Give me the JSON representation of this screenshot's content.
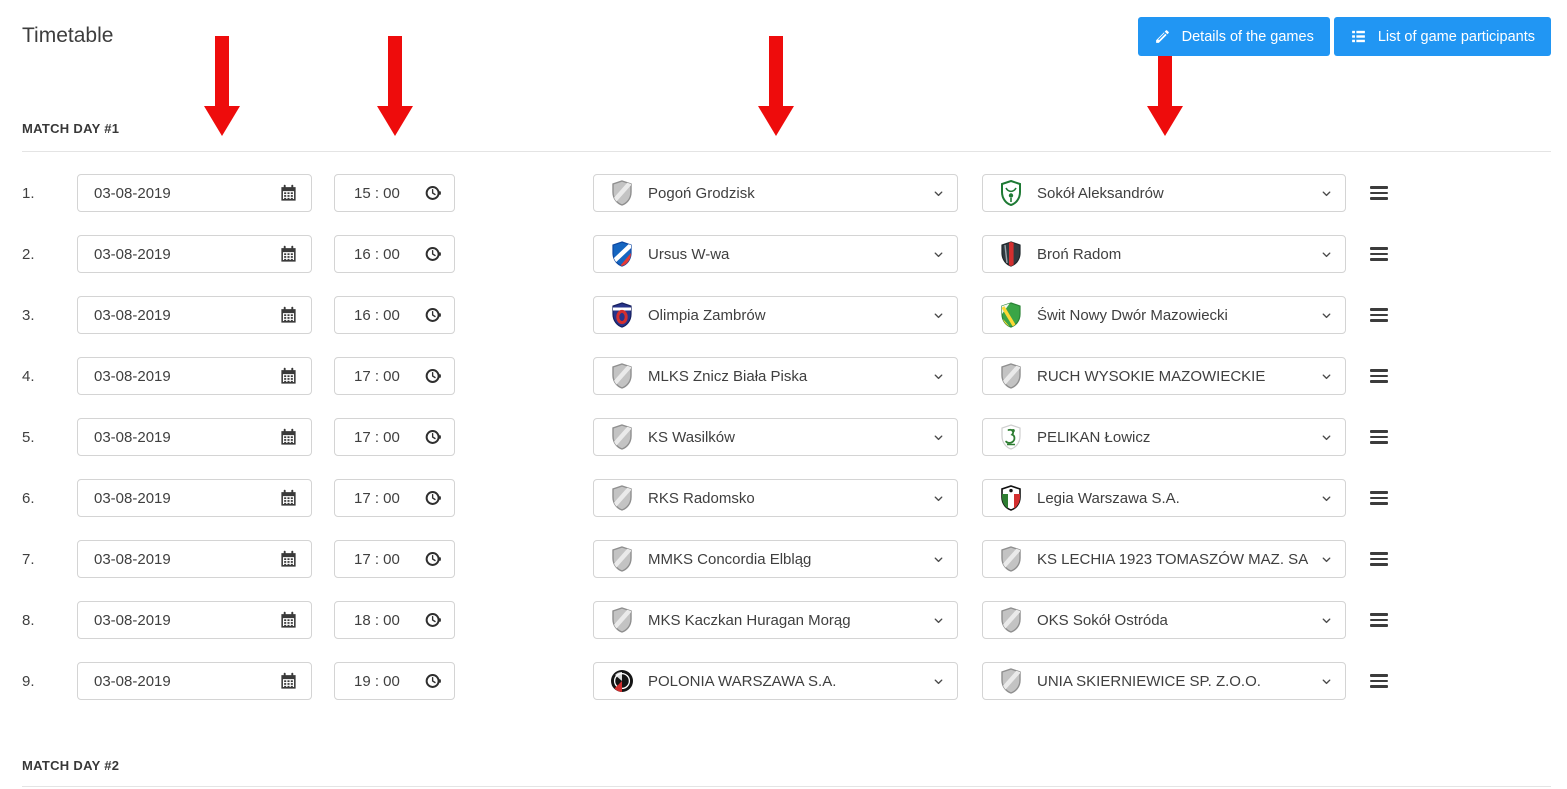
{
  "page": {
    "title": "Timetable"
  },
  "toolbar": {
    "details_button": "Details of the games",
    "participants_button": "List of game participants",
    "accent_color": "#2196f3",
    "details_button_icon": "pencil-icon",
    "participants_button_icon": "list-icon"
  },
  "annotations": {
    "arrow_color": "#ee0c0c",
    "arrows": [
      "date-column",
      "time-column",
      "home-team-column",
      "away-team-column"
    ]
  },
  "icons": {
    "date_field_icon": "calendar-icon",
    "time_field_icon": "clock-icon",
    "team_select_icon": "chevron-down-icon",
    "row_handle_icon": "drag-handle-icon"
  },
  "sections": [
    {
      "title": "MATCH DAY #1",
      "matches": [
        {
          "number": "1.",
          "date": "03-08-2019",
          "time": "15 : 00",
          "home": {
            "name": "Pogoń Grodzisk",
            "crest": "generic"
          },
          "away": {
            "name": "Sokół Aleksandrów",
            "crest": "sokol"
          }
        },
        {
          "number": "2.",
          "date": "03-08-2019",
          "time": "16 : 00",
          "home": {
            "name": "Ursus W-wa",
            "crest": "ursus"
          },
          "away": {
            "name": "Broń Radom",
            "crest": "bron"
          }
        },
        {
          "number": "3.",
          "date": "03-08-2019",
          "time": "16 : 00",
          "home": {
            "name": "Olimpia Zambrów",
            "crest": "olimpia"
          },
          "away": {
            "name": "Świt Nowy Dwór Mazowiecki",
            "crest": "swit"
          }
        },
        {
          "number": "4.",
          "date": "03-08-2019",
          "time": "17 : 00",
          "home": {
            "name": "MLKS Znicz Biała Piska",
            "crest": "generic"
          },
          "away": {
            "name": "RUCH WYSOKIE MAZOWIECKIE",
            "crest": "generic"
          }
        },
        {
          "number": "5.",
          "date": "03-08-2019",
          "time": "17 : 00",
          "home": {
            "name": "KS Wasilków",
            "crest": "generic"
          },
          "away": {
            "name": "PELIKAN Łowicz",
            "crest": "pelikan"
          }
        },
        {
          "number": "6.",
          "date": "03-08-2019",
          "time": "17 : 00",
          "home": {
            "name": "RKS Radomsko",
            "crest": "generic"
          },
          "away": {
            "name": "Legia Warszawa S.A.",
            "crest": "legia"
          }
        },
        {
          "number": "7.",
          "date": "03-08-2019",
          "time": "17 : 00",
          "home": {
            "name": "MMKS Concordia Elbląg",
            "crest": "generic"
          },
          "away": {
            "name": "KS LECHIA 1923 TOMASZÓW MAZ. SA",
            "crest": "generic"
          }
        },
        {
          "number": "8.",
          "date": "03-08-2019",
          "time": "18 : 00",
          "home": {
            "name": "MKS Kaczkan Huragan Morąg",
            "crest": "generic"
          },
          "away": {
            "name": "OKS Sokół Ostróda",
            "crest": "generic"
          }
        },
        {
          "number": "9.",
          "date": "03-08-2019",
          "time": "19 : 00",
          "home": {
            "name": "POLONIA WARSZAWA S.A.",
            "crest": "polonia"
          },
          "away": {
            "name": "UNIA SKIERNIEWICE SP. Z.O.O.",
            "crest": "generic"
          }
        }
      ]
    },
    {
      "title": "MATCH DAY #2",
      "matches": []
    }
  ]
}
